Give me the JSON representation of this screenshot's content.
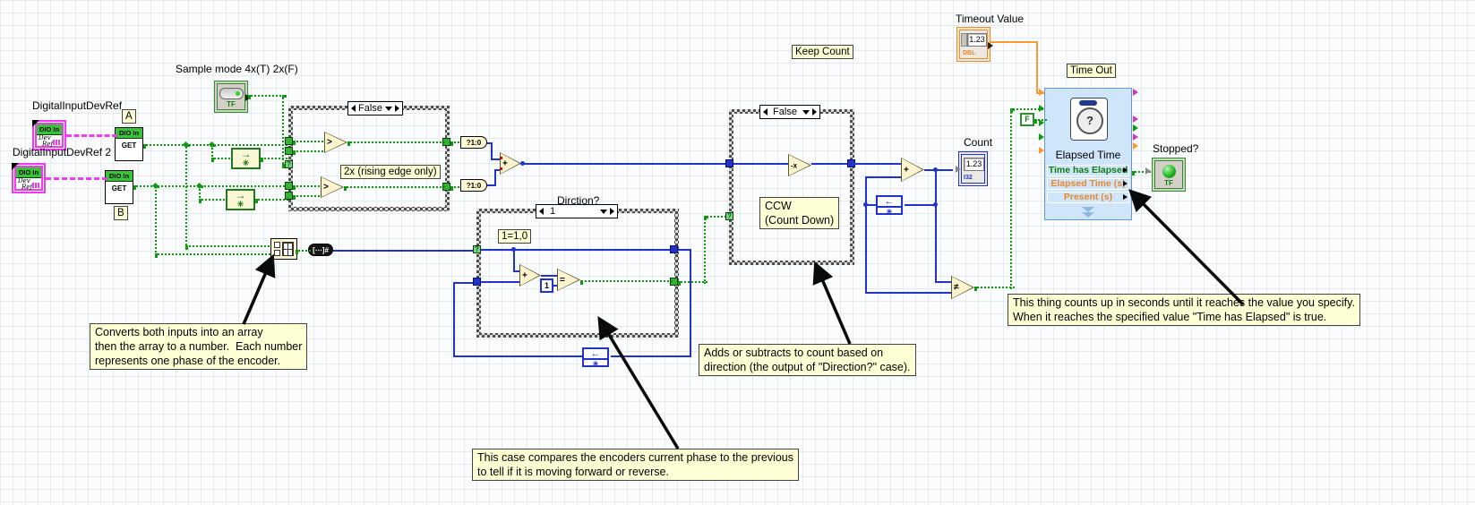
{
  "labels": {
    "ref1": "DigitalInputDevRef",
    "ref2": "DigitalInputDevRef 2",
    "tag_a": "A",
    "tag_b": "B",
    "sample_mode": "Sample mode 4x(T) 2x(F)",
    "direction_title": "Dirction?",
    "count": "Count",
    "keep_count": "Keep Count",
    "timeout_value": "Timeout Value",
    "time_out": "Time Out",
    "stopped": "Stopped?"
  },
  "refs": {
    "header": "DIO In",
    "dev": "Dev",
    "ref": "Ref"
  },
  "prop": {
    "header": "DIO In",
    "method": "GET"
  },
  "case1": {
    "selector": "False",
    "note": "2x (rising edge only)"
  },
  "case2": {
    "selector": "1",
    "note": "1=1,0"
  },
  "case3": {
    "selector": "False",
    "note1": "CCW",
    "note2": "(Count Down)"
  },
  "glyphs": {
    "gt": ">",
    "plus": "+",
    "eq": "=",
    "neq": "≠",
    "neg": "-x",
    "qmark": "?",
    "bool_num": "?1:0",
    "arr_num": "[⋯]#",
    "fb_arrow": "←",
    "fb_star": "✳",
    "edge_arrow": "→",
    "edge_star": "✳"
  },
  "consts": {
    "tf": "TF",
    "f": "F",
    "one": "1"
  },
  "count_ind": {
    "value": "1.23",
    "type": "I32"
  },
  "timeout_ctl": {
    "value": "1.23",
    "type": "DBL"
  },
  "stopped_ind": {
    "tf": "TF"
  },
  "express": {
    "title": "Elapsed Time",
    "row1": "Time has Elapsed",
    "row2": "Elapsed Time (s)",
    "row3": "Present (s)"
  },
  "comments": {
    "c1l1": "Converts both inputs into an array",
    "c1l2": "then the array to a number.  Each number",
    "c1l3": "represents one phase of the encoder.",
    "c2l1": "This case compares the encoders current phase to the previous",
    "c2l2": "to tell if it is moving forward or reverse.",
    "c3l1": "Adds or subtracts to count based on",
    "c3l2": "direction (the output of \"Direction?\" case).",
    "c4l1": "This thing counts up in seconds until it reaches the value you specify.",
    "c4l2": "When it reaches the specified value \"Time has Elapsed\" is true."
  },
  "colors": {
    "wire_green": "#0d9b0d",
    "wire_blue": "#2233cc",
    "wire_magenta": "#ee3cee",
    "wire_orange": "#fb9a34",
    "comment_bg": "#ffffd6",
    "express_bg": "#cfe6fa"
  }
}
